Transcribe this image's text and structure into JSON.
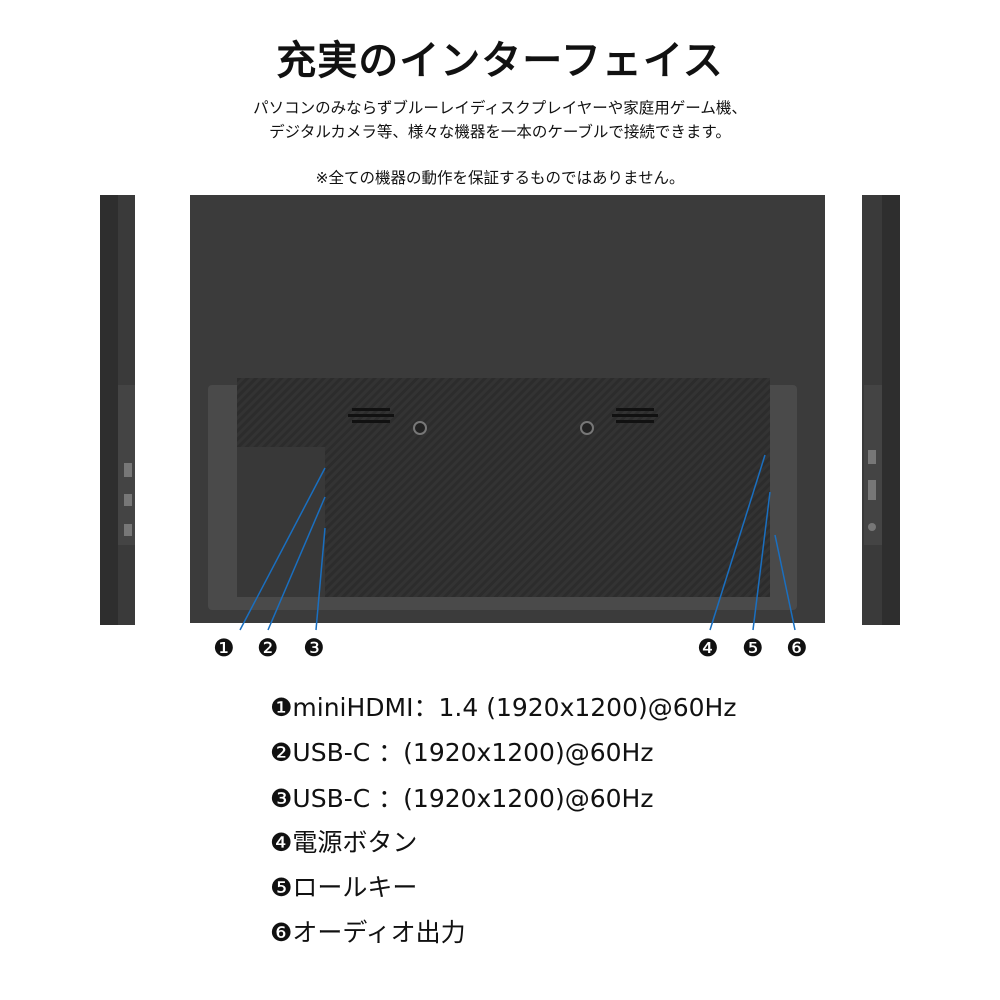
{
  "title": "充実のインターフェイス",
  "description": [
    "パソコンのみならずブルーレイディスクプレイヤーや家庭用ゲーム機、",
    "デジタルカメラ等、様々な機器を一本のケーブルで接続できます。"
  ],
  "note": "※全ての機器の動作を保証するものではありません。",
  "callouts": [
    "❶",
    "❷",
    "❸",
    "❹",
    "❺",
    "❻"
  ],
  "specs": [
    "❶miniHDMI：1.4 (1920x1200)@60Hz",
    "❷USB-C ：(1920x1200)@60Hz",
    "❸USB-C ：(1920x1200)@60Hz",
    "❹電源ボタン",
    "❺ロールキー",
    "❻オーディオ出力"
  ],
  "colors": {
    "monitor": "#3b3b3b",
    "stand": "#4a4a4a",
    "leader": "#1a6fc0"
  }
}
